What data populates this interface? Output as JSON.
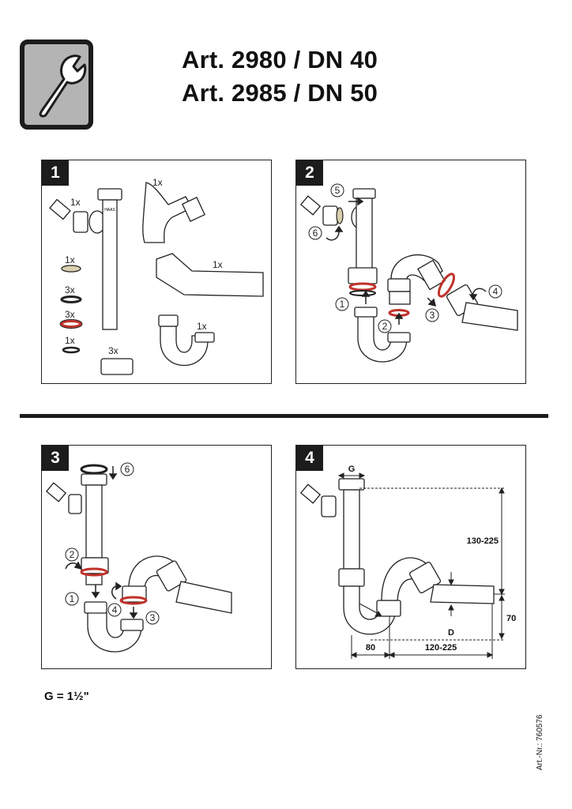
{
  "header": {
    "title_line_1": "Art. 2980 / DN 40",
    "title_line_2": "Art. 2985 / DN 50",
    "icon": "wrench-icon"
  },
  "panels": [
    {
      "step": "1",
      "part_counts": [
        "1x",
        "1x",
        "1x",
        "1x",
        "3x",
        "3x",
        "1x",
        "1x",
        "3x"
      ]
    },
    {
      "step": "2",
      "callouts": [
        "1",
        "2",
        "3",
        "4",
        "5",
        "6"
      ]
    },
    {
      "step": "3",
      "callouts": [
        "2",
        "1",
        "4",
        "3",
        "6"
      ]
    },
    {
      "step": "4",
      "dimensions": {
        "thread": "G",
        "height_range": "130-225",
        "offset": "70",
        "diameter": "D",
        "horizontal_offset": "80",
        "length_range": "120-225"
      }
    }
  ],
  "brand_mark": "HAAS",
  "footer": {
    "thread_note": "G = 1½\"",
    "article_number": "Art.-Nr.: 760576"
  },
  "colors": {
    "frame": "#1c1c1c",
    "icon_fill": "#b4b4b4",
    "seal_red": "#c0322b",
    "seal_beige": "#d9cfae"
  }
}
